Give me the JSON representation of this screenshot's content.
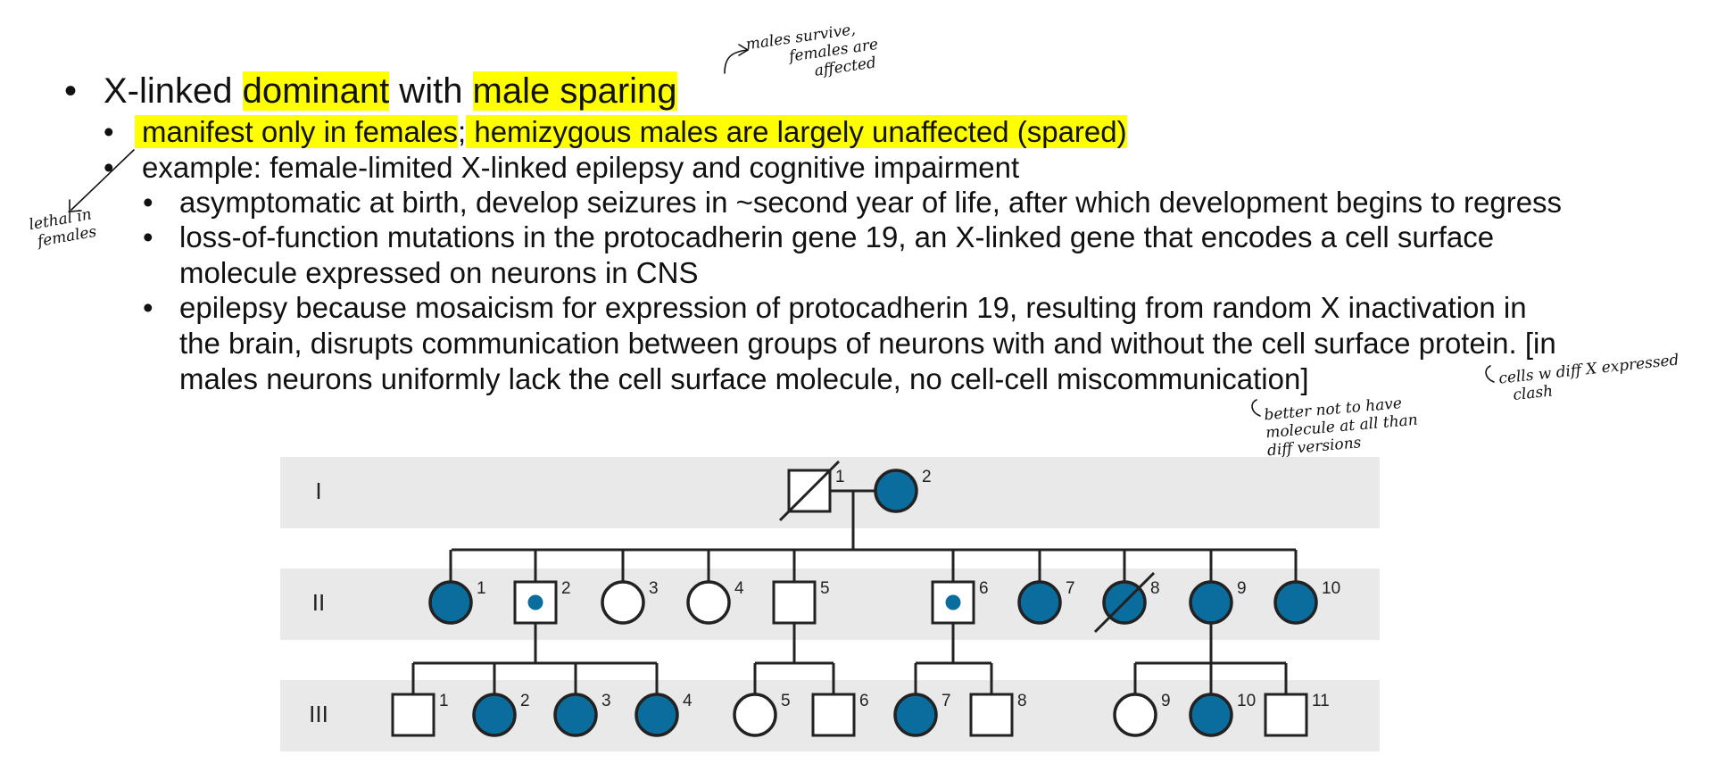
{
  "heading": {
    "prefix": "X-linked ",
    "hl1": "dominant",
    "mid": " with ",
    "hl2": "male sparing"
  },
  "sub1": {
    "hl_a": "manifest only in females",
    "sep": ";",
    "hl_b": " hemizygous males are largely unaffected (spared)"
  },
  "sub2": "example: female-limited X-linked epilepsy and cognitive impairment",
  "points": [
    {
      "lines": [
        "asymptomatic at birth, develop seizures in ~second year of life, after which development begins to regress"
      ]
    },
    {
      "lines": [
        "loss-of-function mutations in the protocadherin gene 19, an X-linked gene that encodes a cell surface",
        "molecule expressed on neurons in CNS"
      ]
    },
    {
      "lines": [
        "epilepsy because mosaicism for expression of protocadherin 19, resulting from random X inactivation in",
        "the brain, disrupts communication between groups of neurons with and without the cell surface protein. [in",
        "males neurons uniformly lack the cell surface molecule, no cell-cell miscommunication]"
      ]
    }
  ],
  "handwritten": {
    "top_note": [
      "males survive,",
      "females are",
      "affected"
    ],
    "left_note": [
      "lethal in",
      "females"
    ],
    "mid_note": [
      "better not to have",
      "molecule at all than",
      "diff versions"
    ],
    "right_note": [
      "cells w diff X expressed",
      "clash"
    ]
  },
  "pedigree": {
    "generations": [
      "I",
      "II",
      "III"
    ],
    "colors": {
      "affected": "#0b6c9e",
      "band": "#e9e9e9",
      "line": "#222222"
    },
    "gen1": [
      {
        "n": "1",
        "sex": "male",
        "status": "deceased"
      },
      {
        "n": "2",
        "sex": "female",
        "status": "affected"
      }
    ],
    "gen2": [
      {
        "n": "1",
        "sex": "female",
        "status": "affected"
      },
      {
        "n": "2",
        "sex": "male",
        "status": "carrier"
      },
      {
        "n": "3",
        "sex": "female",
        "status": "unaffected"
      },
      {
        "n": "4",
        "sex": "female",
        "status": "unaffected"
      },
      {
        "n": "5",
        "sex": "male",
        "status": "unaffected"
      },
      {
        "n": "6",
        "sex": "male",
        "status": "carrier"
      },
      {
        "n": "7",
        "sex": "female",
        "status": "affected"
      },
      {
        "n": "8",
        "sex": "female",
        "status": "affected-deceased"
      },
      {
        "n": "9",
        "sex": "female",
        "status": "affected"
      },
      {
        "n": "10",
        "sex": "female",
        "status": "affected"
      }
    ],
    "gen3": [
      {
        "n": "1",
        "sex": "male",
        "status": "unaffected"
      },
      {
        "n": "2",
        "sex": "female",
        "status": "affected"
      },
      {
        "n": "3",
        "sex": "female",
        "status": "affected"
      },
      {
        "n": "4",
        "sex": "female",
        "status": "affected"
      },
      {
        "n": "5",
        "sex": "female",
        "status": "unaffected"
      },
      {
        "n": "6",
        "sex": "male",
        "status": "unaffected"
      },
      {
        "n": "7",
        "sex": "female",
        "status": "affected"
      },
      {
        "n": "8",
        "sex": "male",
        "status": "unaffected"
      },
      {
        "n": "9",
        "sex": "female",
        "status": "unaffected"
      },
      {
        "n": "10",
        "sex": "female",
        "status": "affected"
      },
      {
        "n": "11",
        "sex": "male",
        "status": "unaffected"
      }
    ]
  }
}
